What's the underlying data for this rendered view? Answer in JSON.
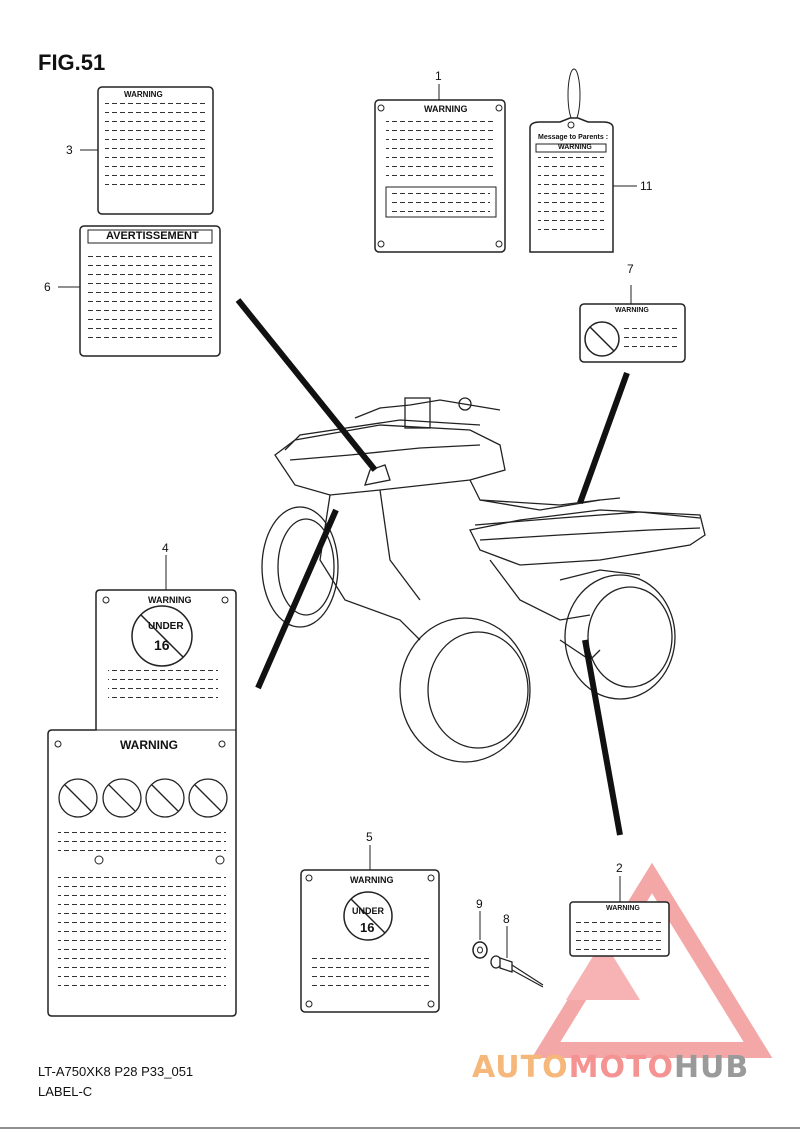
{
  "figure": {
    "title": "FIG.51",
    "code": "LT-A750XK8 P28 P33_051",
    "group": "LABEL-C"
  },
  "callouts": [
    "1",
    "2",
    "3",
    "4",
    "5",
    "6",
    "7",
    "8",
    "9",
    "11"
  ],
  "labels": {
    "warning": "WARNING",
    "avertissement": "AVERTISSEMENT",
    "message_to_parents": "Message to Parents :",
    "under": "UNDER",
    "age": "16"
  },
  "watermark": {
    "part1": "AUTO",
    "part2": "MOTO",
    "part3": "HUB",
    "colors": {
      "orange": "#f6b77a",
      "red": "#f59393",
      "grey": "#9a9a9a"
    }
  }
}
